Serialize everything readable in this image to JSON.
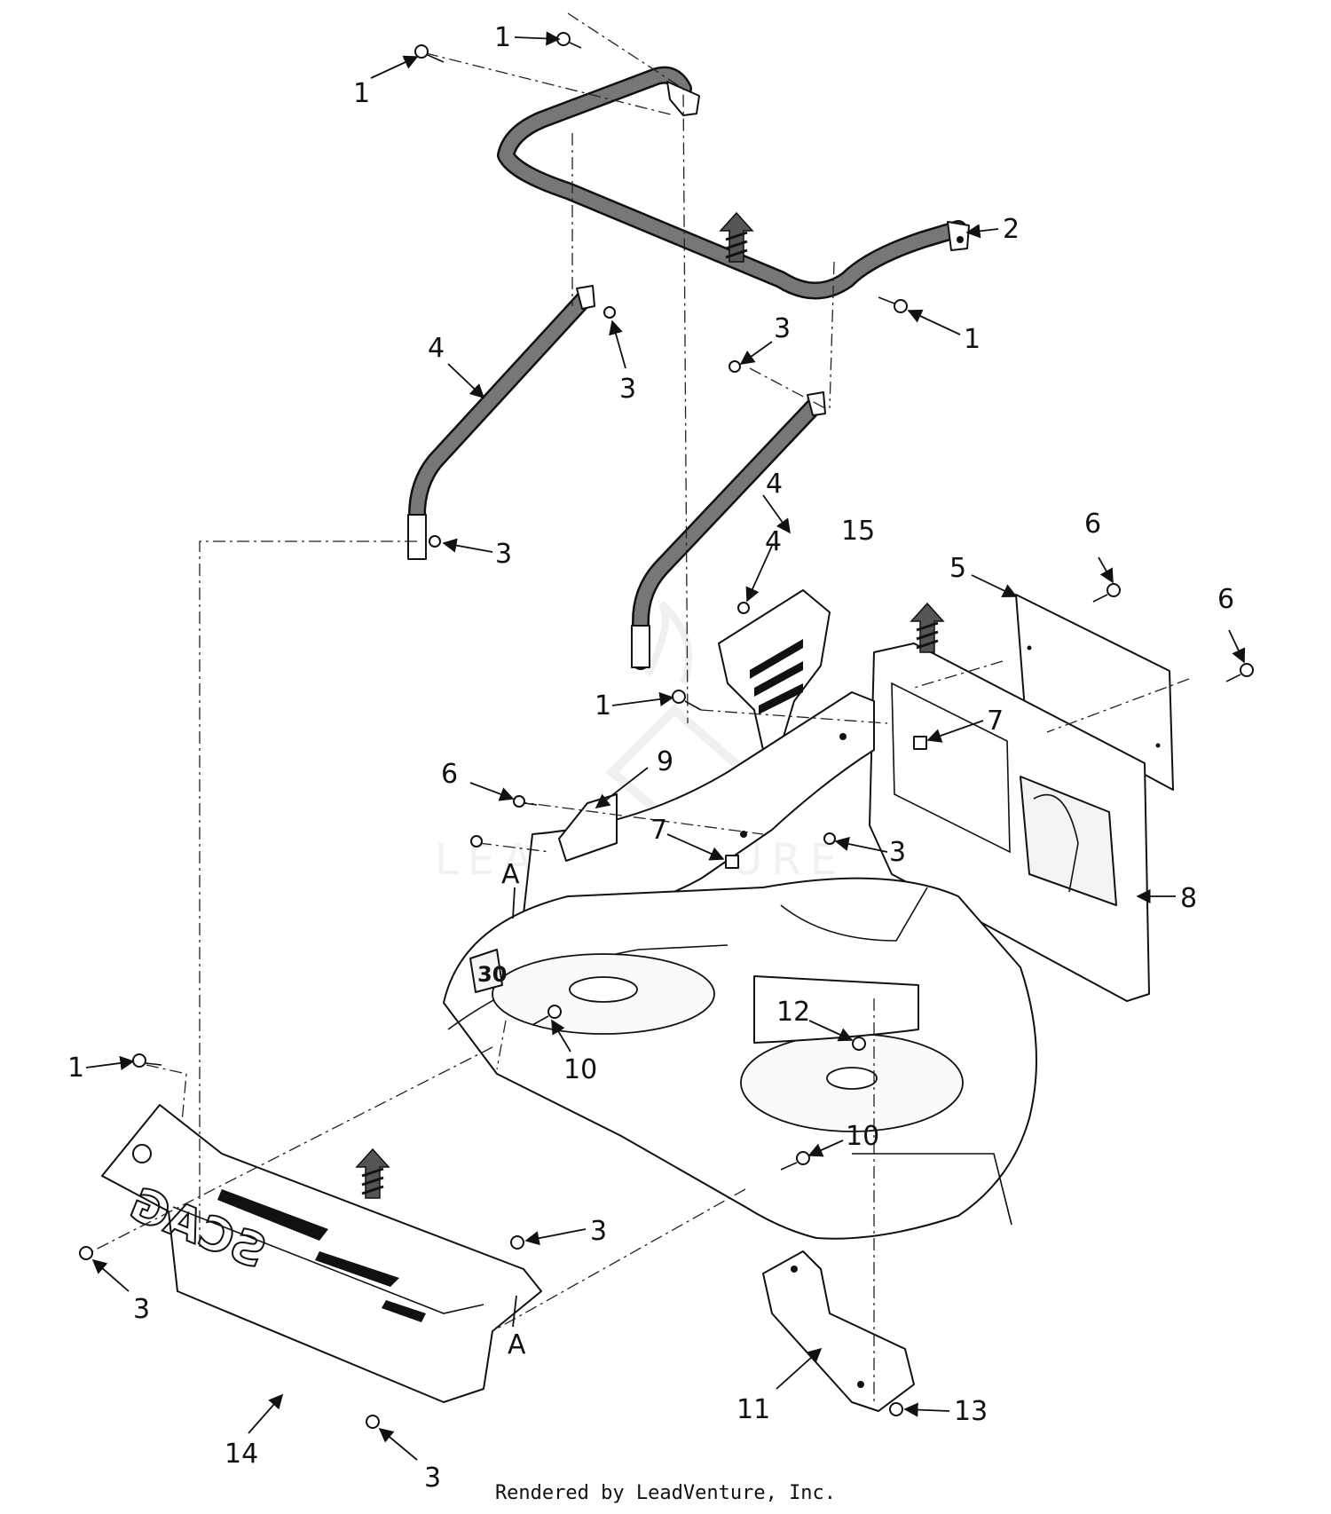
{
  "diagram": {
    "callouts": [
      {
        "label": "1"
      },
      {
        "label": "1"
      },
      {
        "label": "1"
      },
      {
        "label": "1"
      },
      {
        "label": "1"
      },
      {
        "label": "2"
      },
      {
        "label": "3"
      },
      {
        "label": "3"
      },
      {
        "label": "3"
      },
      {
        "label": "3"
      },
      {
        "label": "3"
      },
      {
        "label": "3"
      },
      {
        "label": "3"
      },
      {
        "label": "4"
      },
      {
        "label": "4"
      },
      {
        "label": "4"
      },
      {
        "label": "5"
      },
      {
        "label": "6"
      },
      {
        "label": "6"
      },
      {
        "label": "6"
      },
      {
        "label": "7"
      },
      {
        "label": "7"
      },
      {
        "label": "8"
      },
      {
        "label": "9"
      },
      {
        "label": "10"
      },
      {
        "label": "10"
      },
      {
        "label": "11"
      },
      {
        "label": "12"
      },
      {
        "label": "13"
      },
      {
        "label": "14"
      },
      {
        "label": "15"
      },
      {
        "label": "A"
      },
      {
        "label": "A"
      }
    ],
    "deck_badge": "30",
    "brand_mark": "SCAG"
  },
  "watermark": "LEADVENTURE",
  "footer": {
    "credit": "Rendered by LeadVenture, Inc."
  }
}
